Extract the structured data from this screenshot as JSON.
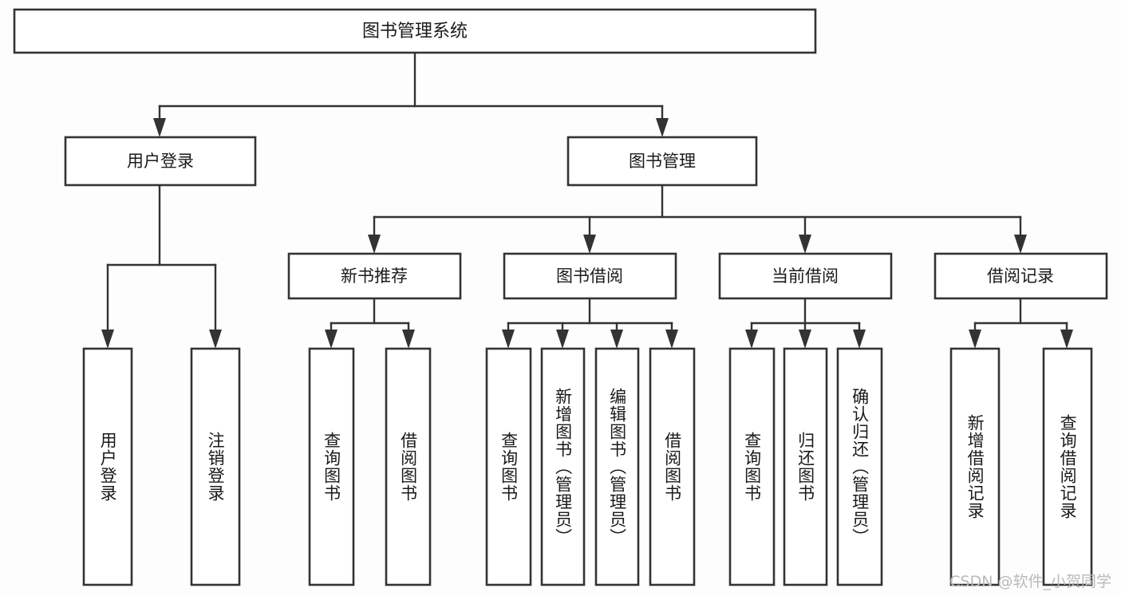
{
  "diagram": {
    "title": "图书管理系统",
    "type": "tree",
    "watermark": "CSDN @软件_小贺同学",
    "root": {
      "id": "root",
      "label": "图书管理系统"
    },
    "level2": [
      {
        "id": "user-login",
        "label": "用户登录"
      },
      {
        "id": "book-manage",
        "label": "图书管理"
      }
    ],
    "level3": [
      {
        "id": "new-book-rec",
        "label": "新书推荐",
        "parent": "book-manage"
      },
      {
        "id": "book-borrow",
        "label": "图书借阅",
        "parent": "book-manage"
      },
      {
        "id": "current-borrow",
        "label": "当前借阅",
        "parent": "book-manage"
      },
      {
        "id": "borrow-record",
        "label": "借阅记录",
        "parent": "book-manage"
      }
    ],
    "leaves": [
      {
        "id": "leaf-user-login",
        "label": "用户登录",
        "parent": "user-login"
      },
      {
        "id": "leaf-user-logout",
        "label": "注销登录",
        "parent": "user-login"
      },
      {
        "id": "leaf-query-book-1",
        "label": "查询图书",
        "parent": "new-book-rec"
      },
      {
        "id": "leaf-borrow-book-1",
        "label": "借阅图书",
        "parent": "new-book-rec"
      },
      {
        "id": "leaf-query-book-2",
        "label": "查询图书",
        "parent": "book-borrow"
      },
      {
        "id": "leaf-add-book",
        "label": "新增图书（管理员）",
        "parent": "book-borrow"
      },
      {
        "id": "leaf-edit-book",
        "label": "编辑图书（管理员）",
        "parent": "book-borrow"
      },
      {
        "id": "leaf-borrow-book-2",
        "label": "借阅图书",
        "parent": "book-borrow"
      },
      {
        "id": "leaf-query-book-3",
        "label": "查询图书",
        "parent": "current-borrow"
      },
      {
        "id": "leaf-return-book",
        "label": "归还图书",
        "parent": "current-borrow"
      },
      {
        "id": "leaf-confirm-return",
        "label": "确认归还（管理员）",
        "parent": "current-borrow"
      },
      {
        "id": "leaf-add-record",
        "label": "新增借阅记录",
        "parent": "borrow-record"
      },
      {
        "id": "leaf-query-record",
        "label": "查询借阅记录",
        "parent": "borrow-record"
      }
    ],
    "colors": {
      "background": "#fdfdfd",
      "box_fill": "#ffffff",
      "line": "#333333",
      "text": "#1a1a1a",
      "watermark": "#b9b9b9"
    }
  }
}
